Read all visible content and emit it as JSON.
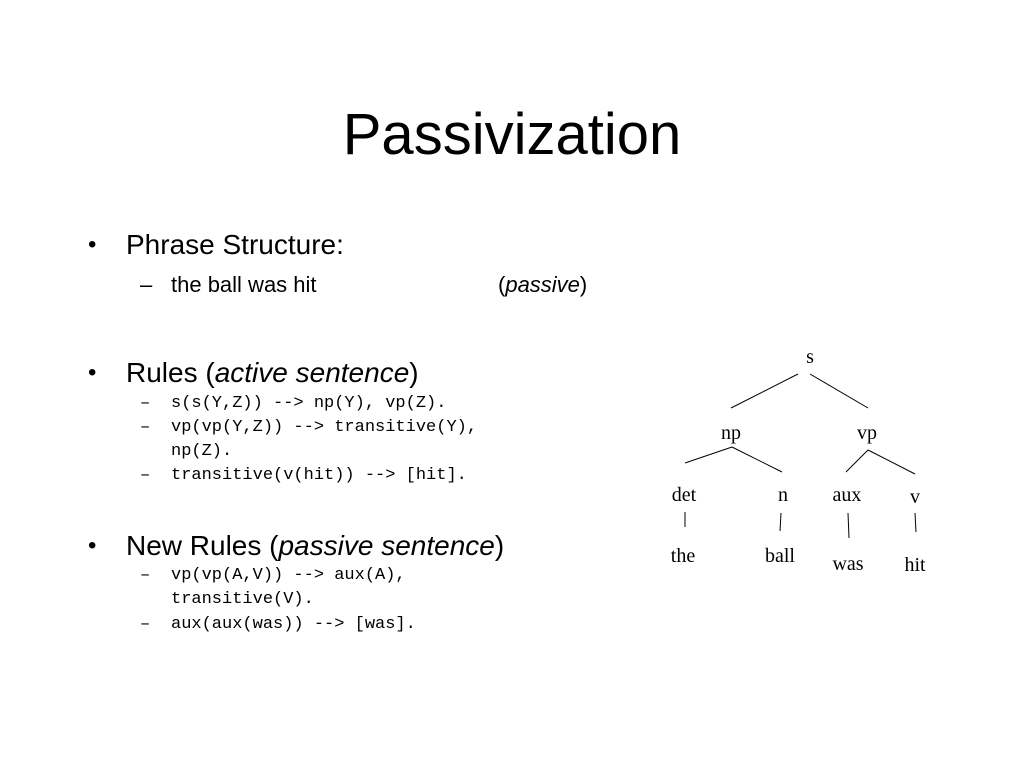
{
  "slide": {
    "title": "Passivization",
    "bullets": [
      {
        "label": "Phrase Structure:",
        "sub": [
          {
            "text": "the ball was hit",
            "note_open": "(",
            "note_italic": "passive",
            "note_close": ")"
          }
        ]
      },
      {
        "label_plain": "Rules (",
        "label_italic": "active sentence",
        "label_close": ")",
        "code": [
          "s(s(Y,Z)) --> np(Y), vp(Z).",
          "vp(vp(Y,Z)) --> transitive(Y),",
          "np(Z).",
          "transitive(v(hit)) --> [hit]."
        ]
      },
      {
        "label_plain": "New Rules (",
        "label_italic": "passive sentence",
        "label_close": ")",
        "code": [
          "vp(vp(A,V)) --> aux(A),",
          "transitive(V).",
          "aux(aux(was)) --> [was]."
        ]
      }
    ],
    "bullet_glyph": "•",
    "dash_glyph": "–"
  },
  "tree": {
    "root": "s",
    "np": "np",
    "vp": "vp",
    "det": "det",
    "n": "n",
    "aux": "aux",
    "v": "v",
    "the": "the",
    "ball": "ball",
    "was": "was",
    "hit": "hit"
  }
}
